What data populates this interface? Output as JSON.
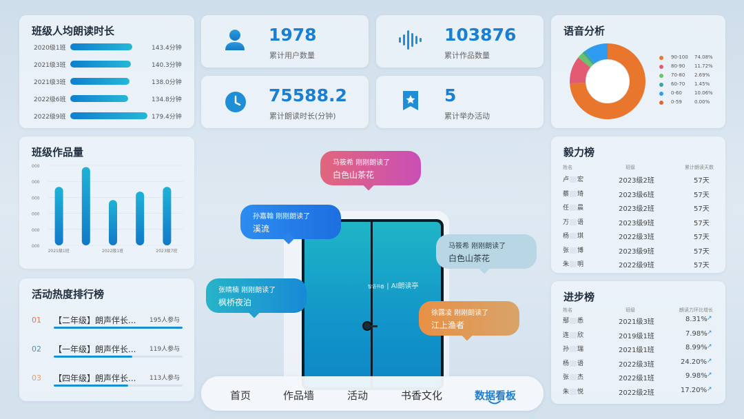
{
  "reading_time": {
    "title": "班级人均朗读时长",
    "rows": [
      {
        "cls": "2020级1班",
        "value": "143.4分钟",
        "ratio": 0.8
      },
      {
        "cls": "2021级3班",
        "value": "140.3分钟",
        "ratio": 0.79
      },
      {
        "cls": "2021级3班",
        "value": "138.0分钟",
        "ratio": 0.77
      },
      {
        "cls": "2022级6班",
        "value": "134.8分钟",
        "ratio": 0.75
      },
      {
        "cls": "2022级9班",
        "value": "179.4分钟",
        "ratio": 1.0
      }
    ]
  },
  "stats": [
    {
      "num": "1978",
      "label": "累计用户数量",
      "icon": "user-icon"
    },
    {
      "num": "103876",
      "label": "累计作品数量",
      "icon": "sound-wave-icon"
    },
    {
      "num": "75588.2",
      "label": "累计朗读时长(分钟)",
      "icon": "clock-icon"
    },
    {
      "num": "5",
      "label": "累计举办活动",
      "icon": "badge-star-icon"
    }
  ],
  "voice": {
    "title": "语音分析",
    "legend": [
      {
        "range": "90-100",
        "pct": "74.08%",
        "color": "#e8772d"
      },
      {
        "range": "80-90",
        "pct": "11.72%",
        "color": "#e35a73"
      },
      {
        "range": "70-80",
        "pct": "2.69%",
        "color": "#6cc26a"
      },
      {
        "range": "60-70",
        "pct": "1.45%",
        "color": "#3aa6a0"
      },
      {
        "range": "0-60",
        "pct": "10.06%",
        "color": "#2f9bf0"
      },
      {
        "range": "0-59",
        "pct": "0.00%",
        "color": "#e8622d"
      }
    ]
  },
  "chart_data": {
    "type": "bar",
    "title": "班级作品量",
    "categories": [
      "2021级1班",
      "",
      "2022级1班",
      "",
      "2023级7班"
    ],
    "values": [
      0.62,
      0.83,
      0.48,
      0.57,
      0.62
    ],
    "ytick_labels": [
      "000",
      "000",
      "000",
      "000",
      "000",
      "000"
    ],
    "ylim": [
      0,
      1
    ]
  },
  "activity": {
    "title": "活动热度排行榜",
    "rows": [
      {
        "rank": "01",
        "name": "【二年级】朗声伴长...",
        "count": "195人参与",
        "ratio": 1.0,
        "color": "#e8734a"
      },
      {
        "rank": "02",
        "name": "【一年级】朗声伴长...",
        "count": "119人参与",
        "ratio": 0.61,
        "color": "#4a90b8"
      },
      {
        "rank": "03",
        "name": "【四年级】朗声伴长...",
        "count": "113人参与",
        "ratio": 0.58,
        "color": "#e89a6a"
      }
    ]
  },
  "grit": {
    "title": "毅力榜",
    "headers": [
      "姓名",
      "班级",
      "累计朗读天数"
    ],
    "rows": [
      {
        "a": "卢",
        "b": "宏",
        "cls": "2023级2班",
        "days": "57天"
      },
      {
        "a": "蔡",
        "b": "琦",
        "cls": "2023级6班",
        "days": "57天"
      },
      {
        "a": "任",
        "b": "晨",
        "cls": "2023级2班",
        "days": "57天"
      },
      {
        "a": "万",
        "b": "语",
        "cls": "2023级9班",
        "days": "57天"
      },
      {
        "a": "杨",
        "b": "琪",
        "cls": "2022级3班",
        "days": "57天"
      },
      {
        "a": "张",
        "b": "博",
        "cls": "2023级9班",
        "days": "57天"
      },
      {
        "a": "朱",
        "b": "明",
        "cls": "2022级9班",
        "days": "57天"
      }
    ]
  },
  "progress": {
    "title": "进步榜",
    "headers": [
      "姓名",
      "班级",
      "朗读力环比增长"
    ],
    "rows": [
      {
        "a": "鄢",
        "b": "悉",
        "cls": "2021级3班",
        "pct": "8.31%"
      },
      {
        "a": "连",
        "b": "欣",
        "cls": "2019级1班",
        "pct": "7.98%"
      },
      {
        "a": "孙",
        "b": "瑞",
        "cls": "2021级1班",
        "pct": "8.99%"
      },
      {
        "a": "杨",
        "b": "语",
        "cls": "2022级3班",
        "pct": "24.20%"
      },
      {
        "a": "张",
        "b": "杰",
        "cls": "2022级1班",
        "pct": "9.98%"
      },
      {
        "a": "朱",
        "b": "悦",
        "cls": "2022级2班",
        "pct": "17.20%"
      }
    ]
  },
  "bubbles": [
    {
      "who": "马筱希 刚刚朗读了",
      "title": "白色山茶花"
    },
    {
      "who": "孙嘉翰 刚刚朗读了",
      "title": "溪流"
    },
    {
      "who": "马筱希 刚刚朗读了",
      "title": "白色山茶花"
    },
    {
      "who": "张晴楠 刚刚朗读了",
      "title": "枫桥夜泊"
    },
    {
      "who": "徐露凌 刚刚朗读了",
      "title": "江上渔者"
    }
  ],
  "door": {
    "logo_text": "AI朗读亭",
    "logo_small": "智语书香"
  },
  "nav": [
    {
      "label": "首页"
    },
    {
      "label": "作品墙"
    },
    {
      "label": "活动"
    },
    {
      "label": "书香文化"
    },
    {
      "label": "数据看板"
    }
  ]
}
